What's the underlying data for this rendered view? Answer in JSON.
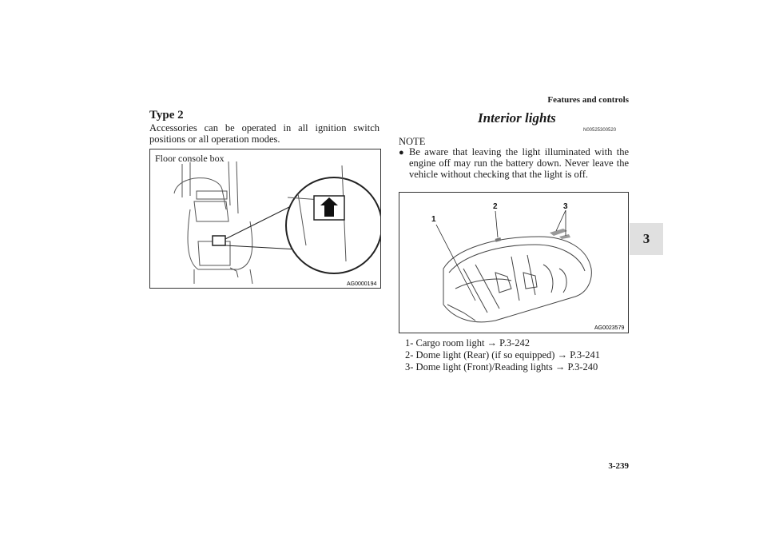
{
  "header": {
    "title": "Features and controls"
  },
  "chapter_tab": "3",
  "page_number": "3-239",
  "left": {
    "heading": "Type 2",
    "text": "Accessories can be operated in all ignition switch positions or all operation modes.",
    "figure": {
      "caption": "Floor console box",
      "code": "AG0000194"
    }
  },
  "right": {
    "section_title": "Interior lights",
    "section_code": "N00525300520",
    "note_label": "NOTE",
    "note_text": "Be aware that leaving the light illuminated with the engine off may run the battery down. Never leave the vehicle without checking that the light is off.",
    "figure": {
      "code": "AG0023579",
      "callouts": [
        "1",
        "2",
        "3"
      ]
    },
    "legend": [
      "1- Cargo room light → P.3-242",
      "2- Dome light (Rear) (if so equipped) → P.3-241",
      "3- Dome light (Front)/Reading lights → P.3-240"
    ]
  }
}
